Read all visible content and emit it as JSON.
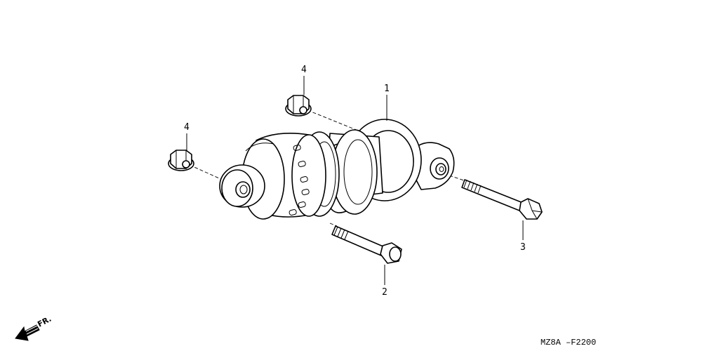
{
  "diagram": {
    "callouts": [
      {
        "id": "shock-absorber",
        "label": "1"
      },
      {
        "id": "lower-bolt",
        "label": "2"
      },
      {
        "id": "upper-bolt",
        "label": "3"
      },
      {
        "id": "nut-top",
        "label": "4"
      },
      {
        "id": "nut-left",
        "label": "4"
      }
    ],
    "direction_label": "FR.",
    "part_code": "MZ8A –F2200",
    "icons": [
      "fr-arrow-icon"
    ]
  }
}
